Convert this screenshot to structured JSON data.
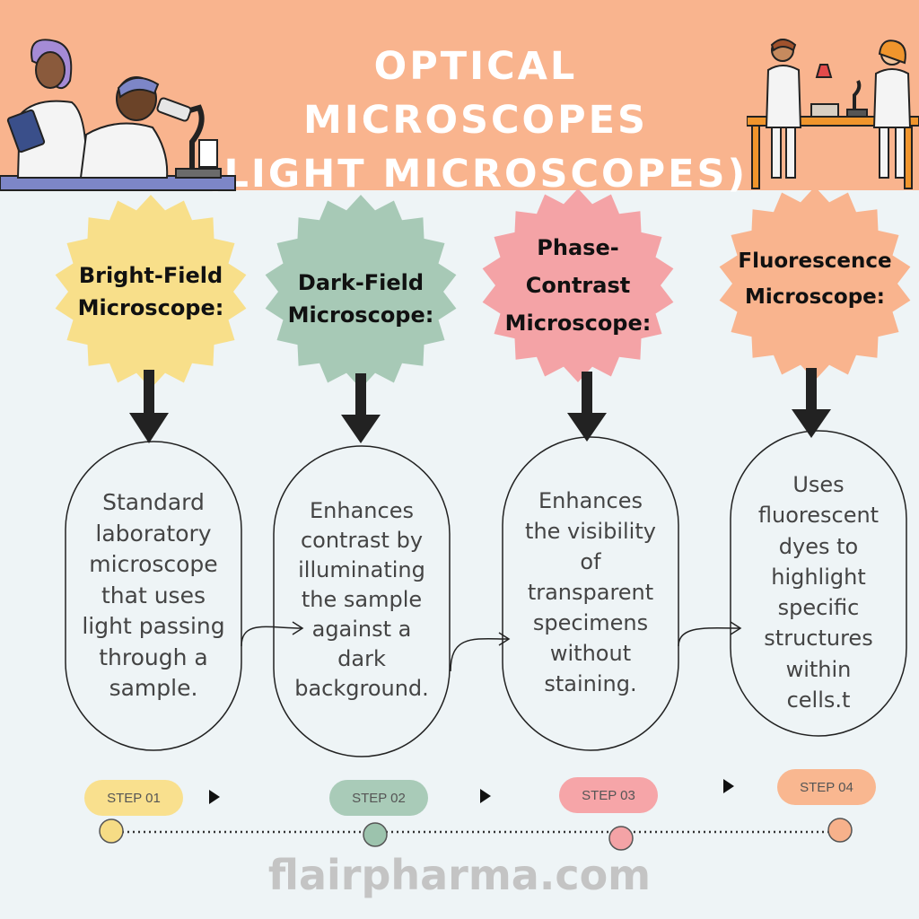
{
  "title_lines": [
    "OPTICAL",
    "MICROSCOPES",
    "(LIGHT MICROSCOPES)"
  ],
  "microscopes": [
    {
      "name_lines": [
        "Bright-Field",
        "Microscope:"
      ],
      "description_lines": [
        "Standard",
        "laboratory",
        "microscope",
        "that uses",
        "light passing",
        "through a",
        "sample."
      ],
      "step": "STEP 01",
      "color": "#f8df8a",
      "step_color": "#f9e08e",
      "dot_color": "#f6dc85"
    },
    {
      "name_lines": [
        "Dark-Field",
        "Microscope:"
      ],
      "description_lines": [
        "Enhances",
        "contrast by",
        "illuminating",
        "the sample",
        "against a",
        "dark",
        "background."
      ],
      "step": "STEP 02",
      "color": "#a7c9b6",
      "step_color": "#a9cbb8",
      "dot_color": "#9cc3ad"
    },
    {
      "name_lines": [
        "Phase-",
        "Contrast",
        "Microscope:"
      ],
      "description_lines": [
        "Enhances",
        "the visibility",
        "of",
        "transparent",
        "specimens",
        "without",
        "staining."
      ],
      "step": "STEP 03",
      "color": "#f4a3a6",
      "step_color": "#f6a5a8",
      "dot_color": "#f4a3a6"
    },
    {
      "name_lines": [
        "Fluorescence",
        "Microscope:"
      ],
      "description_lines": [
        "Uses",
        "fluorescent",
        "dyes to",
        "highlight",
        "specific",
        "structures",
        "within",
        "cells.t"
      ],
      "step": "STEP 04",
      "color": "#f9b48e",
      "step_color": "#f9b790",
      "dot_color": "#f7b18b"
    }
  ],
  "footer": "flairpharma.com"
}
